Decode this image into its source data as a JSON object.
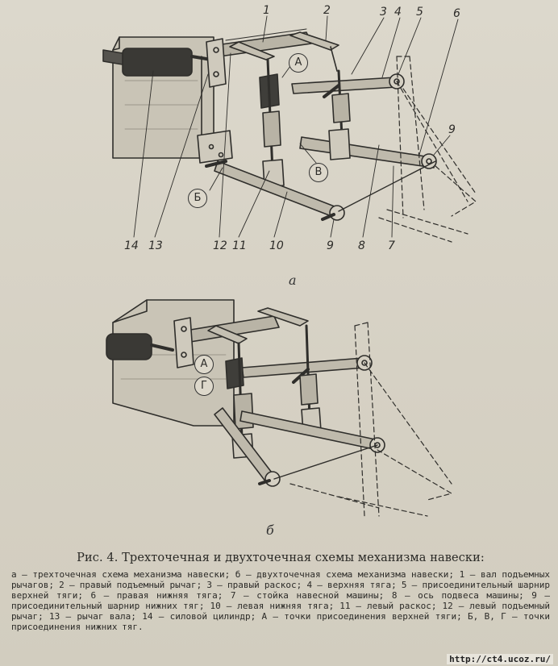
{
  "figure_a": {
    "sublabel": "а",
    "callouts": [
      "1",
      "2",
      "3",
      "4",
      "5",
      "6",
      "9",
      "14",
      "13",
      "12",
      "11",
      "10",
      "9",
      "8",
      "7"
    ],
    "points": [
      "А",
      "Б",
      "В"
    ]
  },
  "figure_b": {
    "sublabel": "б",
    "points": [
      "А",
      "Г"
    ]
  },
  "caption": "Рис. 4. Трехточечная и двухточечная схемы механизма навески:",
  "legend": "а — трехточечная схема механизма навески; б — двухточечная схема механизма навески; 1 — вал подъемных рычагов; 2 — правый подъемный рычаг; 3 — правый раскос; 4 — верхняя тяга; 5 — присоединительный шарнир верхней тяги; 6 — правая нижняя тяга; 7 — стойка навесной машины; 8 — ось подвеса машины; 9 — присоединительный шарнир нижних тяг; 10 — левая нижняя тяга; 11 — левый раскос; 12 — левый подъемный рычаг; 13 — рычаг вала; 14 — силовой цилиндр; А — точки присоединения верхней тяги; Б, В, Г — точки присоединения нижних тяг.",
  "url": "http://ct4.ucoz.ru/"
}
